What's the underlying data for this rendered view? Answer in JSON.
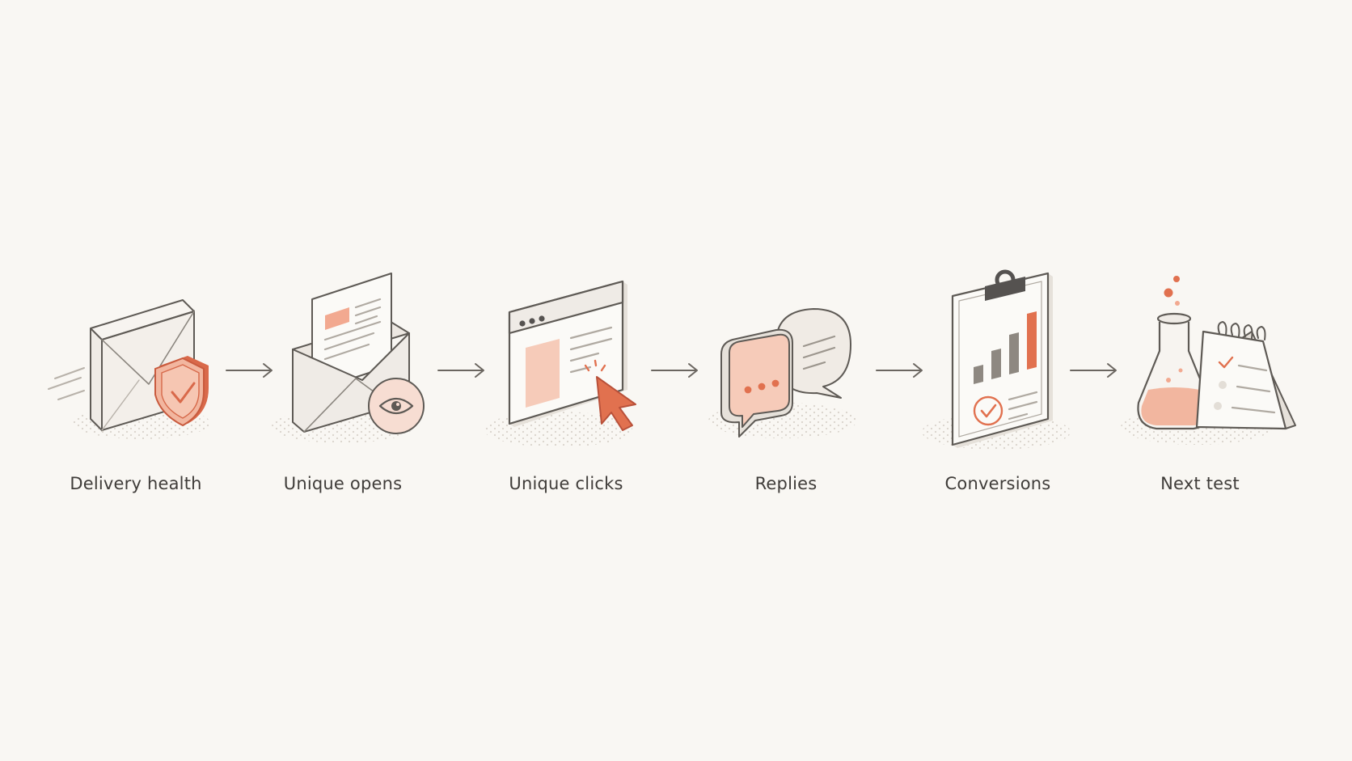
{
  "diagram": {
    "steps": [
      {
        "id": "delivery-health",
        "label": "Delivery health",
        "icon": "envelope-shield-icon"
      },
      {
        "id": "unique-opens",
        "label": "Unique opens",
        "icon": "open-envelope-eye-icon"
      },
      {
        "id": "unique-clicks",
        "label": "Unique clicks",
        "icon": "browser-cursor-icon"
      },
      {
        "id": "replies",
        "label": "Replies",
        "icon": "chat-bubbles-icon"
      },
      {
        "id": "conversions",
        "label": "Conversions",
        "icon": "clipboard-chart-icon"
      },
      {
        "id": "next-test",
        "label": "Next test",
        "icon": "flask-calendar-icon"
      }
    ],
    "connector": "arrow-right-icon"
  },
  "colors": {
    "background": "#f9f7f3",
    "ink": "#5e5a55",
    "label": "#3f3c39",
    "accent": "#e1714f",
    "accent_light": "#f6cbb9",
    "paper": "#f6f3ef",
    "shade": "#e6e1da",
    "dark": "#555250"
  }
}
